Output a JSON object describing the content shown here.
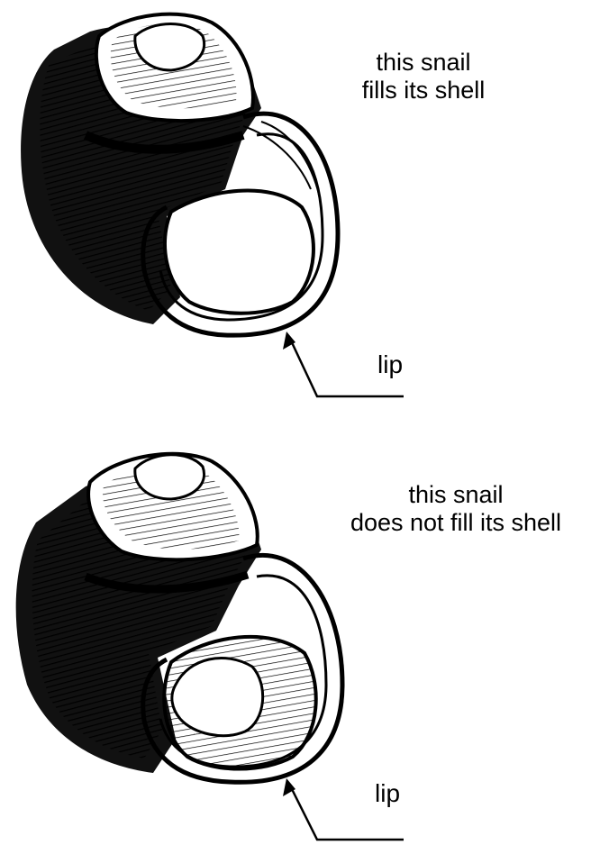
{
  "figures": [
    {
      "caption_lines": [
        "this snail",
        "fills its shell"
      ],
      "lip_label": "lip"
    },
    {
      "caption_lines": [
        "this snail",
        "does not fill its shell"
      ],
      "lip_label": "lip"
    }
  ]
}
